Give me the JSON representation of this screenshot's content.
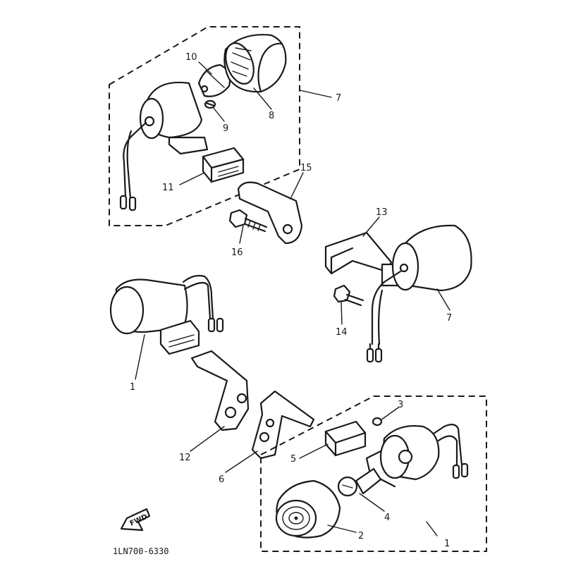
{
  "callouts": {
    "n1_upper": "1",
    "n1_lower": "1",
    "n2": "2",
    "n3": "3",
    "n4": "4",
    "n5": "5",
    "n6": "6",
    "n7_top": "7",
    "n7_right": "7",
    "n8": "8",
    "n9": "9",
    "n10": "10",
    "n11": "11",
    "n12": "12",
    "n13": "13",
    "n14": "14",
    "n15": "15",
    "n16": "16"
  },
  "direction_badge": "FWD",
  "diagram_code": "1LN700-6330"
}
